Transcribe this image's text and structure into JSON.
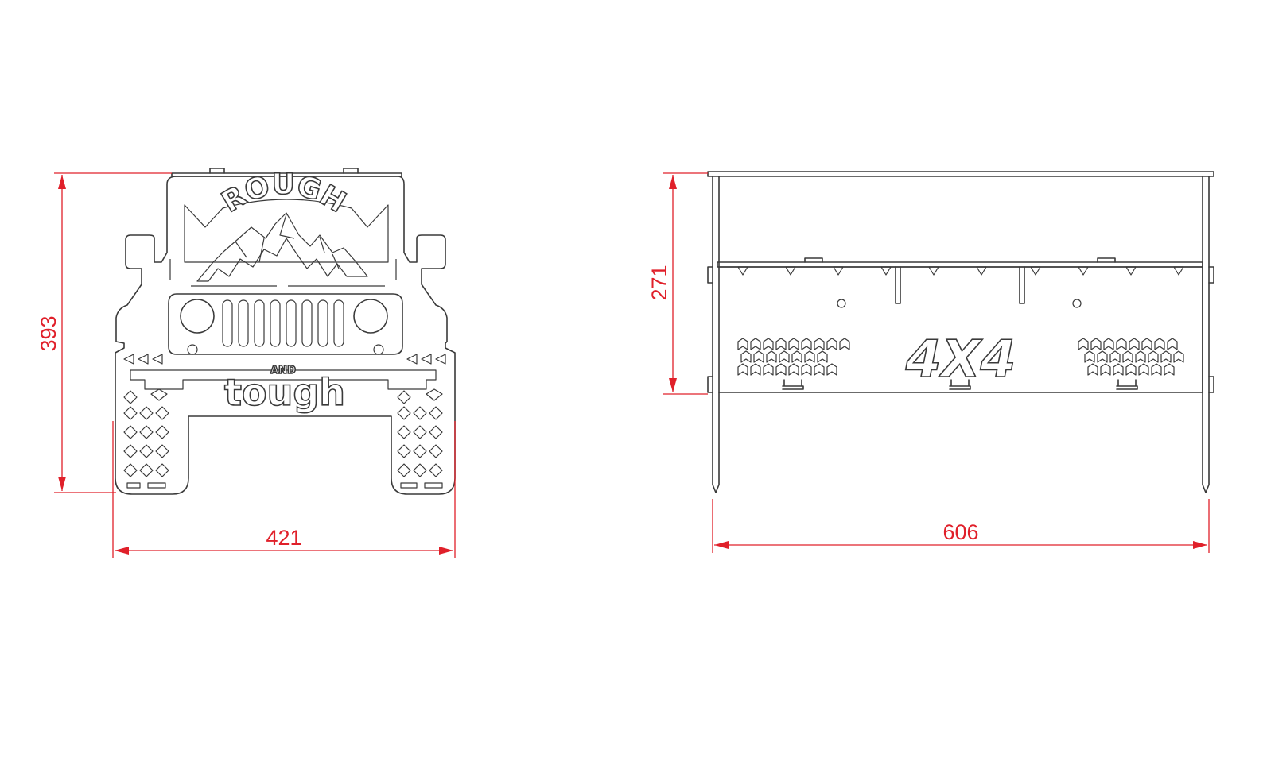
{
  "drawing": {
    "front_view": {
      "top_text": "ROUGH",
      "small_text": "AND",
      "bottom_text": "tough",
      "width_dim": "421",
      "height_dim": "393"
    },
    "side_view": {
      "emblem_text": "4X4",
      "height_dim": "271",
      "width_dim": "606"
    },
    "colors": {
      "dimension": "#e0202a",
      "outline": "#3a3a3a",
      "background": "#ffffff"
    }
  }
}
